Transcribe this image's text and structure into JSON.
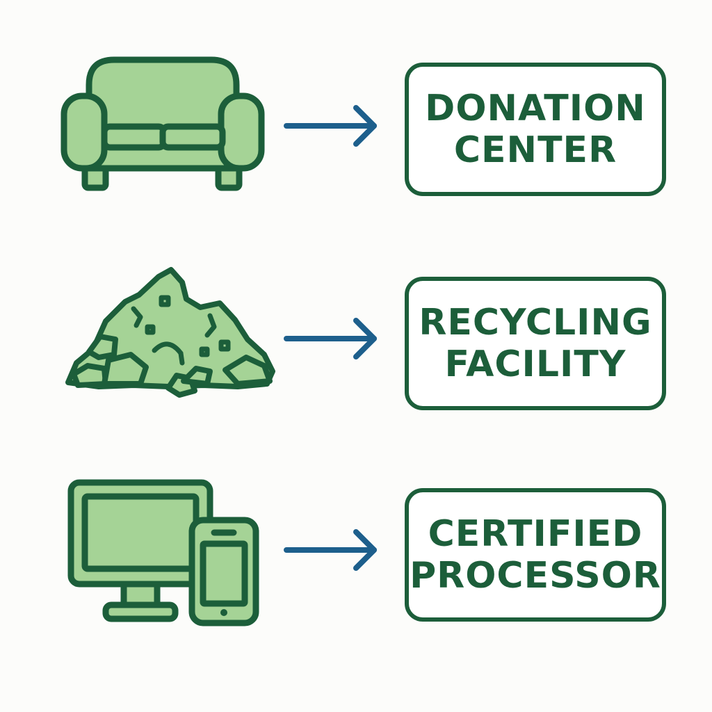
{
  "colors": {
    "outline": "#1c5e3a",
    "fill": "#a5d396",
    "arrow": "#1d5f8c",
    "box_text": "#1c5e3a",
    "background": "#fcfcfa"
  },
  "rows": [
    {
      "icon": "sofa-icon",
      "destination": {
        "line1": "DONATION",
        "line2": "CENTER"
      }
    },
    {
      "icon": "debris-pile-icon",
      "destination": {
        "line1": "RECYCLING",
        "line2": "FACILITY"
      }
    },
    {
      "icon": "computer-and-phone-icon",
      "destination": {
        "line1": "CERTIFIED",
        "line2": "PROCESSOR"
      }
    }
  ]
}
